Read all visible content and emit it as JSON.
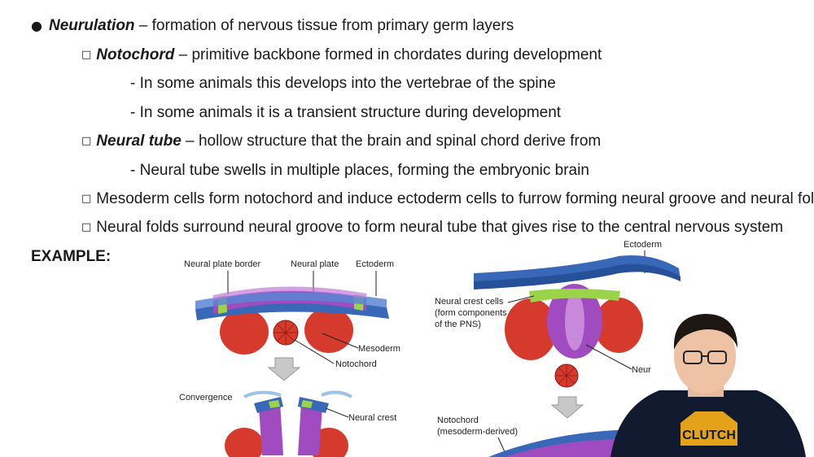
{
  "notes": {
    "neurulation": {
      "bullet": "●",
      "term": "Neurulation",
      "rest": " – formation of nervous tissue from primary germ layers"
    },
    "notochord": {
      "box": "□",
      "term": "Notochord",
      "rest": " – primitive backbone formed in chordates during development"
    },
    "notochord_sub1": "- In some animals this develops into the vertebrae of the spine",
    "notochord_sub2": "- In some animals it is a transient structure during development",
    "neural_tube": {
      "box": "□",
      "term": "Neural tube",
      "rest": " – hollow structure that the brain and spinal chord derive from"
    },
    "neural_tube_sub1": "- Neural tube swells in multiple places, forming the embryonic brain",
    "mesoderm": {
      "box": "□",
      "text": "Mesoderm cells form notochord and induce ectoderm cells to furrow forming neural groove and neural folds"
    },
    "neural_folds": {
      "box": "□",
      "text": "Neural folds surround neural groove to form neural tube that gives rise to the central nervous system"
    }
  },
  "example_label": "EXAMPLE:",
  "figure_left": {
    "neural_plate_border": "Neural plate border",
    "neural_plate": "Neural plate",
    "ectoderm": "Ectoderm",
    "mesoderm": "Mesoderm",
    "notochord": "Notochord",
    "convergence": "Convergence",
    "neural_crest": "Neural crest"
  },
  "figure_right": {
    "ectoderm": "Ectoderm",
    "neural_crest_cells_1": "Neural crest cells",
    "neural_crest_cells_2": "(form components",
    "neural_crest_cells_3": "of the PNS)",
    "neural_cut": "Neur",
    "notochord_1": "Notochord",
    "notochord_2": "(mesoderm-derived)"
  },
  "presenter": {
    "shirt_text": "CLUTCH"
  },
  "colors": {
    "ectoderm_blue": "#3a68b8",
    "neural_plate_purple": "#a04cc0",
    "neural_border_green": "#9bd34a",
    "mesoderm_red": "#d63a2c",
    "arrow_gray": "#c8c8c8"
  }
}
